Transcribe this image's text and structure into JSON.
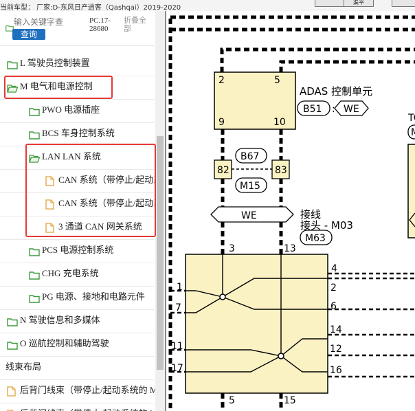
{
  "toolbar": {
    "vehicle_info": "当前车型： 厂家:D-东风日产逍客（Qashqai）2019-2020",
    "buttons": [
      "",
      "渠平"
    ]
  },
  "sidebar": {
    "search": {
      "placeholder": "输入关键字查",
      "button_label": "查询",
      "code": "PC.17-\n28680",
      "fold_all": "折叠全\n部"
    },
    "tree": [
      {
        "label": "L 驾驶员控制装置",
        "icon": "folder-icon",
        "level": 1
      },
      {
        "label": "M 电气和电源控制",
        "icon": "folder-open-icon",
        "level": 1
      },
      {
        "label": "PWO 电源插座",
        "icon": "folder-icon",
        "level": 2
      },
      {
        "label": "BCS 车身控制系统",
        "icon": "folder-icon",
        "level": 2
      },
      {
        "label": "LAN LAN 系统",
        "icon": "folder-open-icon",
        "level": 2
      },
      {
        "label": "CAN 系统（带停止/起动系统）",
        "icon": "document-icon",
        "level": 3
      },
      {
        "label": "CAN 系统（带停止/起动系统）",
        "icon": "document-icon",
        "level": 3
      },
      {
        "label": "3 通道 CAN 网关系统",
        "icon": "document-icon",
        "level": 3
      },
      {
        "label": "PCS 电源控制系统",
        "icon": "folder-icon",
        "level": 2
      },
      {
        "label": "CHG 充电系统",
        "icon": "folder-icon",
        "level": 2
      },
      {
        "label": "PG 电源、接地和电路元件",
        "icon": "folder-icon",
        "level": 2
      },
      {
        "label": "N 驾驶信息和多媒体",
        "icon": "folder-icon",
        "level": 1
      },
      {
        "label": "O 巡航控制和辅助驾驶",
        "icon": "folder-icon",
        "level": 1
      },
      {
        "label": "线束布局",
        "icon": "",
        "level": 0
      },
      {
        "label": "后背门线束（带停止/起动系统的 M",
        "icon": "document-icon",
        "level": 1
      },
      {
        "label": "后背门线束（带停止/起动系统的 M",
        "icon": "document-icon",
        "level": 1
      }
    ]
  },
  "diagram": {
    "adas_title": "ADAS 控制单元",
    "adas_code": "B51",
    "adas_connector": "WE",
    "adas_pins": [
      "2",
      "5",
      "9",
      "10"
    ],
    "connector_b67": "B67",
    "connector_m15": "M15",
    "connector_pins": [
      "82",
      "83"
    ],
    "bus_label": "WE",
    "splice_label_1": "接线",
    "splice_label_2": "接头 - M03",
    "splice_code": "M63",
    "splice_top_pins": [
      "3",
      "13"
    ],
    "splice_bottom_pins": [
      "5",
      "15"
    ],
    "splice_left_pins": [
      "1",
      "7",
      "11",
      "17"
    ],
    "splice_right_pins": [
      "4",
      "2",
      "6",
      "14",
      "12",
      "16"
    ],
    "right_partial_label": "TC",
    "right_partial_code": "M"
  }
}
